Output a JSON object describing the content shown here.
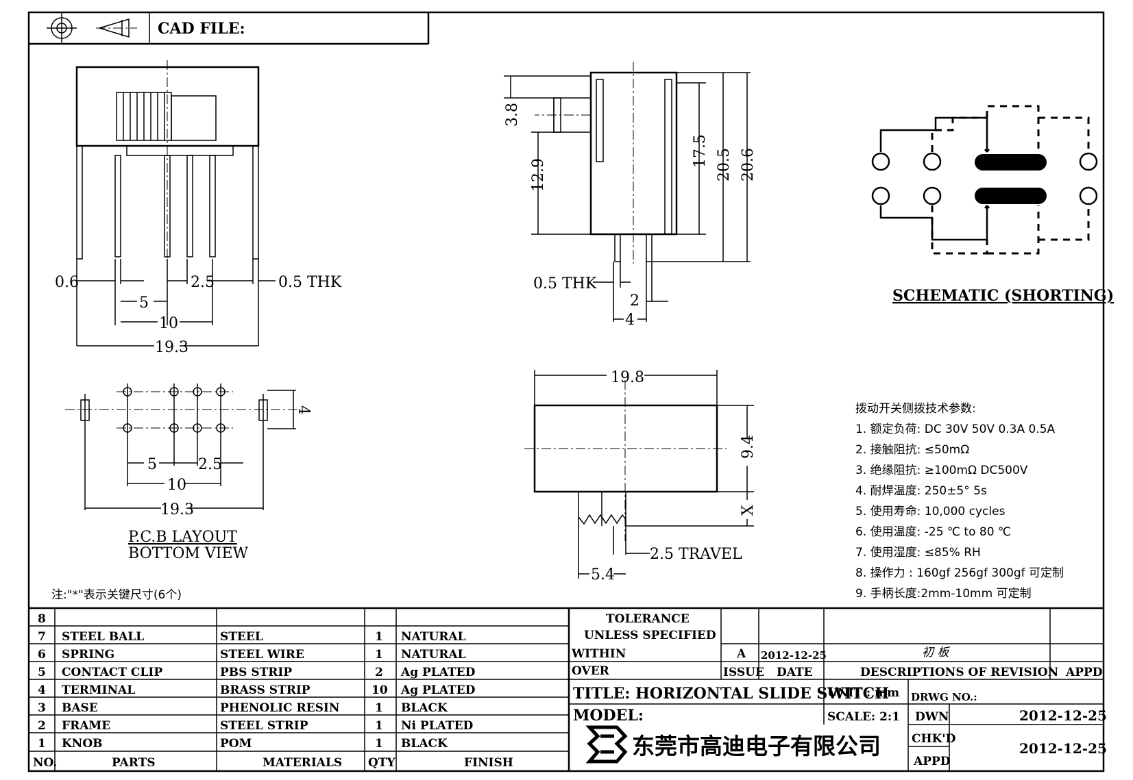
{
  "header": {
    "cad_file_label": "CAD FILE:"
  },
  "views": {
    "front": {
      "dims": {
        "d1": "0.6",
        "d2": "2.5",
        "d3": "0.5 THK",
        "d4": "5",
        "d5": "10",
        "d6": "19.3"
      }
    },
    "side": {
      "dims": {
        "d1": "3.8",
        "d2": "12.9",
        "d3": "17.5",
        "d4": "20.5",
        "d5": "20.6",
        "d6": "0.5 THK",
        "d7": "2",
        "d8": "4"
      }
    },
    "pcb": {
      "dims": {
        "d1": "4",
        "d2": "5",
        "d3": "2.5",
        "d4": "10",
        "d5": "19.3"
      },
      "title": "P.C.B LAYOUT",
      "subtitle": "BOTTOM VIEW"
    },
    "top": {
      "dims": {
        "d1": "19.8",
        "d2": "9.4",
        "d3": "X",
        "d4": "2.5 TRAVEL",
        "d5": "5.4"
      }
    },
    "schematic": {
      "title": "SCHEMATIC (SHORTING)"
    },
    "note": "注:\"*\"表示关键尺寸(6个)"
  },
  "specs": {
    "title": "拨动开关侧拨技术参数:",
    "items": [
      "1.  额定负荷: DC 30V    50V    0.3A    0.5A",
      "2.  接触阻抗: ≤50mΩ",
      "3.  绝缘阻抗: ≥100mΩ  DC500V",
      "4.  耐焊温度: 250±5° 5s",
      "5.  使用寿命: 10,000 cycles",
      "6.  使用温度: -25 ℃ to 80 ℃",
      "7.  使用湿度: ≤85% RH",
      "8.  操作力 : 160gf    256gf    300gf  可定制",
      "9.  手柄长度:2mm-10mm   可定制"
    ]
  },
  "bom": {
    "rows": [
      {
        "no": "8",
        "part": "",
        "material": "",
        "qty": "",
        "finish": ""
      },
      {
        "no": "7",
        "part": "STEEL BALL",
        "material": "STEEL",
        "qty": "1",
        "finish": "NATURAL"
      },
      {
        "no": "6",
        "part": "SPRING",
        "material": "STEEL WIRE",
        "qty": "1",
        "finish": "NATURAL"
      },
      {
        "no": "5",
        "part": "CONTACT CLIP",
        "material": "PBS STRIP",
        "qty": "2",
        "finish": "Ag PLATED"
      },
      {
        "no": "4",
        "part": "TERMINAL",
        "material": "BRASS STRIP",
        "qty": "10",
        "finish": "Ag PLATED"
      },
      {
        "no": "3",
        "part": "BASE",
        "material": "PHENOLIC RESIN",
        "qty": "1",
        "finish": "BLACK"
      },
      {
        "no": "2",
        "part": "FRAME",
        "material": "STEEL STRIP",
        "qty": "1",
        "finish": "Ni PLATED"
      },
      {
        "no": "1",
        "part": "KNOB",
        "material": "POM",
        "qty": "1",
        "finish": "BLACK"
      }
    ],
    "headers": {
      "no": "NO.",
      "part": "PARTS",
      "material": "MATERIALS",
      "qty": "QTY",
      "finish": "FINISH"
    }
  },
  "title_block": {
    "tolerance_1": "TOLERANCE",
    "tolerance_2": "UNLESS   SPECIFIED",
    "within": "WITHIN",
    "over": "OVER",
    "issue_value": "A",
    "issue_date": "2012-12-25",
    "revision_desc": "初 板",
    "issue_label": "ISSUE",
    "date_label": "DATE",
    "desc_label": "DESCRIPTIONS OF REVISION",
    "appd_label": "APPD",
    "title": "TITLE: HORIZONTAL SLIDE SWITCH",
    "unit": "UNIT : mm",
    "drwg_no": "DRWG NO.:",
    "model": "MODEL:",
    "scale": "SCALE: 2:1",
    "dwn_label": "DWN",
    "dwn_date": "2012-12-25",
    "chkd_label": "CHK'D",
    "chkd_date": "2012-12-25",
    "appd2_label": "APPD",
    "company": "东莞市高迪电子有限公司"
  }
}
